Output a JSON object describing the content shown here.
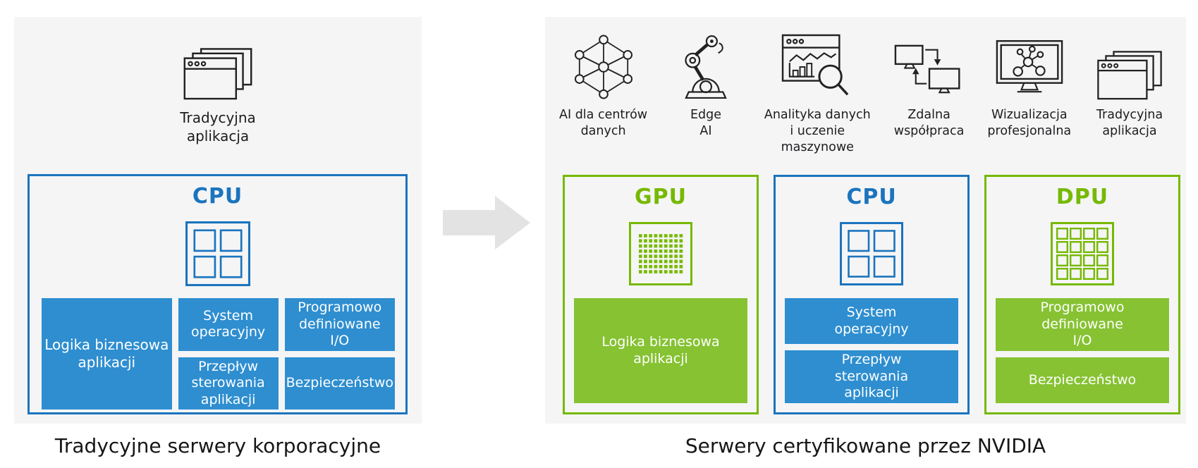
{
  "colors": {
    "panel_background": "#f5f5f6",
    "blue_border": "#1b74bd",
    "blue_fill": "#2e8ed0",
    "green_border": "#76b900",
    "green_fill": "#86c232",
    "arrow_gray": "#e3e3e4",
    "text_dark": "#1d1d1f",
    "block_text": "#ffffff"
  },
  "left_panel": {
    "app_label": "Tradycyjna\naplikacja",
    "chip": {
      "title": "CPU",
      "blocks": {
        "business_logic": "Logika biznesowa\naplikacji",
        "os": "System\noperacyjny",
        "control_flow": "Przepływ\nsterowania\naplikacji",
        "sdio": "Programowo\ndefiniowane\nI/O",
        "security": "Bezpieczeństwo"
      }
    },
    "caption": "Tradycyjne serwery korporacyjne"
  },
  "right_panel": {
    "workloads": [
      {
        "icon": "neural-network",
        "label": "AI dla centrów\ndanych"
      },
      {
        "icon": "robot-arm",
        "label": "Edge\nAI"
      },
      {
        "icon": "analytics-window",
        "label": "Analityka danych\ni uczenie\nmaszynowe"
      },
      {
        "icon": "remote-monitors",
        "label": "Zdalna\nwspółpraca"
      },
      {
        "icon": "visualization-monitor",
        "label": "Wizualizacja\nprofesjonalna"
      },
      {
        "icon": "window-stack",
        "label": "Tradycyjna\naplikacja"
      }
    ],
    "chips": [
      {
        "title": "GPU",
        "accent": "green",
        "icon": "gpu-dot-grid",
        "blocks": [
          "Logika biznesowa\naplikacji"
        ]
      },
      {
        "title": "CPU",
        "accent": "blue",
        "icon": "cpu-grid-2x2",
        "blocks": [
          "System\noperacyjny",
          "Przepływ\nsterowania\naplikacji"
        ]
      },
      {
        "title": "DPU",
        "accent": "green",
        "icon": "dpu-grid-4x4",
        "blocks": [
          "Programowo\ndefiniowane\nI/O",
          "Bezpieczeństwo"
        ]
      }
    ],
    "caption": "Serwery certyfikowane przez NVIDIA"
  }
}
